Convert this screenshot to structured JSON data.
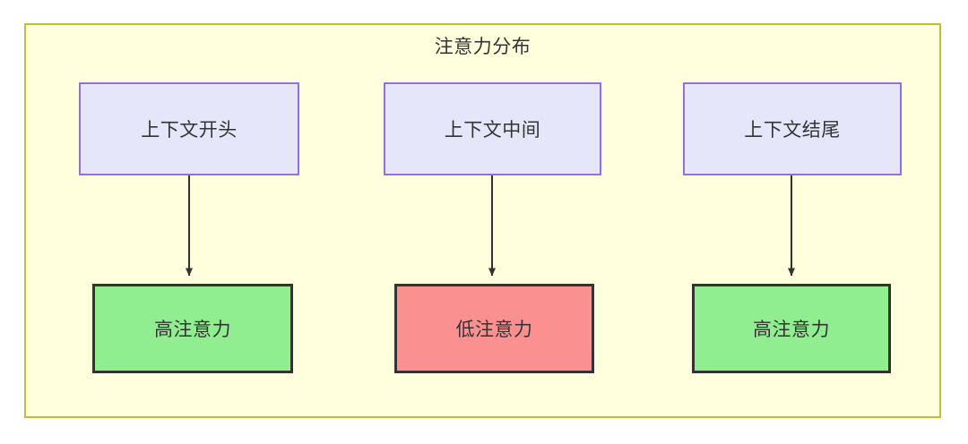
{
  "diagram": {
    "title": "注意力分布",
    "background_color": "#ffffdd",
    "frame_border_color": "#bfbf36",
    "nodes": {
      "context": [
        {
          "id": "ctx-start",
          "label": "上下文开头",
          "fill": "#e6e6fa",
          "border": "#9370db"
        },
        {
          "id": "ctx-middle",
          "label": "上下文中间",
          "fill": "#e6e6fa",
          "border": "#9370db"
        },
        {
          "id": "ctx-end",
          "label": "上下文结尾",
          "fill": "#e6e6fa",
          "border": "#9370db"
        }
      ],
      "attention": [
        {
          "id": "attn-start",
          "label": "高注意力",
          "fill": "#90ee90",
          "border": "#333333"
        },
        {
          "id": "attn-middle",
          "label": "低注意力",
          "fill": "#fa9090",
          "border": "#333333"
        },
        {
          "id": "attn-end",
          "label": "高注意力",
          "fill": "#90ee90",
          "border": "#333333"
        }
      ]
    },
    "edges": [
      {
        "from": "ctx-start",
        "to": "attn-start",
        "label": ""
      },
      {
        "from": "ctx-middle",
        "to": "attn-middle",
        "label": ""
      },
      {
        "from": "ctx-end",
        "to": "attn-end",
        "label": ""
      }
    ],
    "edge_color": "#333333"
  }
}
